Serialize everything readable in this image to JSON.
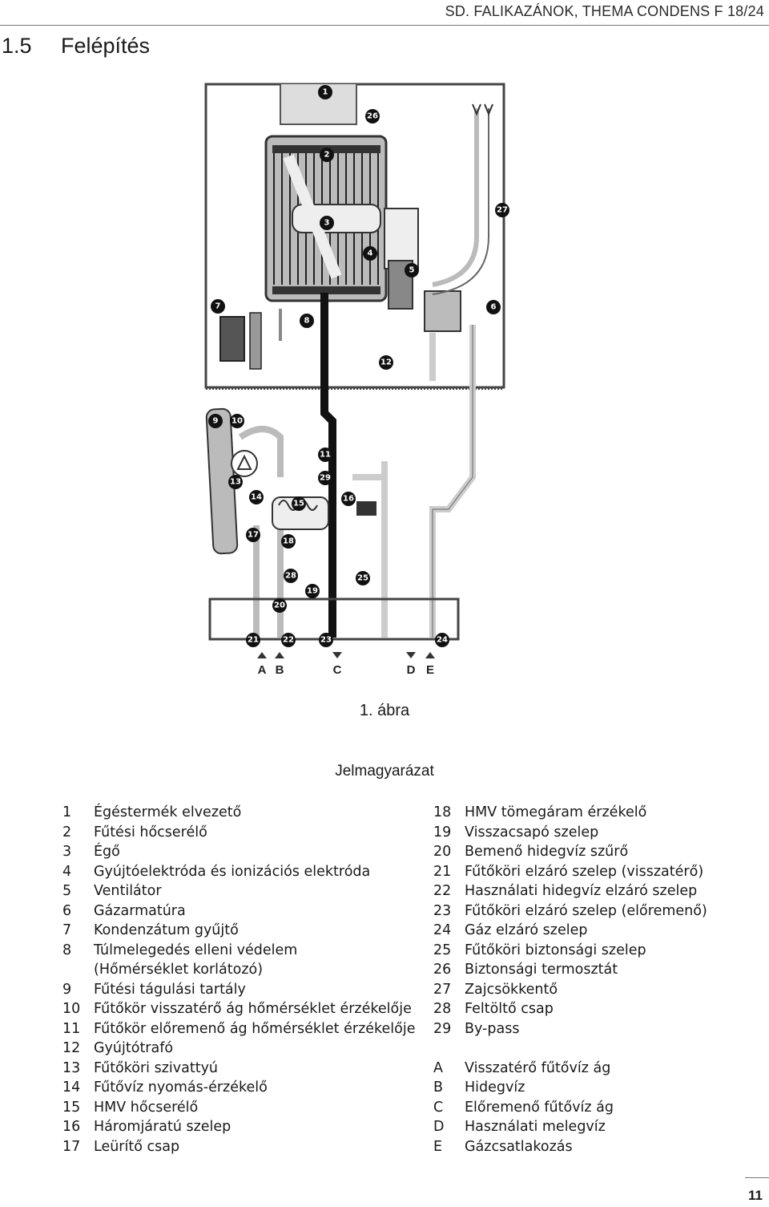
{
  "header": {
    "text": "SD. FALIKAZÁNOK, THEMA CONDENS F 18/24"
  },
  "section": {
    "number": "1.5",
    "title": "Felépítés"
  },
  "figure": {
    "caption": "1. ábra",
    "connections": [
      "A",
      "B",
      "C",
      "D",
      "E"
    ],
    "callouts": [
      "1",
      "2",
      "3",
      "4",
      "5",
      "6",
      "7",
      "8",
      "9",
      "10",
      "11",
      "12",
      "13",
      "14",
      "15",
      "16",
      "17",
      "18",
      "19",
      "20",
      "21",
      "22",
      "23",
      "24",
      "25",
      "26",
      "27",
      "28",
      "29"
    ]
  },
  "legend": {
    "title": "Jelmagyarázat",
    "left": [
      {
        "n": "1",
        "t": "Égéstermék elvezető"
      },
      {
        "n": "2",
        "t": "Fűtési hőcserélő"
      },
      {
        "n": "3",
        "t": "Égő"
      },
      {
        "n": "4",
        "t": "Gyújtóelektróda és ionizációs elektróda"
      },
      {
        "n": "5",
        "t": "Ventilátor"
      },
      {
        "n": "6",
        "t": "Gázarmatúra"
      },
      {
        "n": "7",
        "t": "Kondenzátum gyűjtő"
      },
      {
        "n": "8",
        "t": "Túlmelegedés elleni védelem"
      },
      {
        "n": "",
        "t": "(Hőmérséklet korlátozó)"
      },
      {
        "n": "9",
        "t": "Fűtési tágulási tartály"
      },
      {
        "n": "10",
        "t": "Fűtőkör visszatérő ág hőmérséklet érzékelője"
      },
      {
        "n": "11",
        "t": "Fűtőkör előremenő ág hőmérséklet érzékelője"
      },
      {
        "n": "12",
        "t": "Gyújtótrafó"
      },
      {
        "n": "13",
        "t": "Fűtőköri szivattyú"
      },
      {
        "n": "14",
        "t": "Fűtővíz nyomás-érzékelő"
      },
      {
        "n": "15",
        "t": "HMV hőcserélő"
      },
      {
        "n": "16",
        "t": "Háromjáratú szelep"
      },
      {
        "n": "17",
        "t": "Leürítő csap"
      }
    ],
    "right": [
      {
        "n": "18",
        "t": "HMV tömegáram érzékelő"
      },
      {
        "n": "19",
        "t": "Visszacsapó szelep"
      },
      {
        "n": "20",
        "t": "Bemenő hidegvíz szűrő"
      },
      {
        "n": "21",
        "t": "Fűtőköri elzáró szelep (visszatérő)"
      },
      {
        "n": "22",
        "t": "Használati hidegvíz elzáró szelep"
      },
      {
        "n": "23",
        "t": "Fűtőköri elzáró szelep (előremenő)"
      },
      {
        "n": "24",
        "t": "Gáz elzáró szelep"
      },
      {
        "n": "25",
        "t": "Fűtőköri biztonsági szelep"
      },
      {
        "n": "26",
        "t": "Biztonsági termosztát"
      },
      {
        "n": "27",
        "t": "Zajcsökkentő"
      },
      {
        "n": "28",
        "t": "Feltöltő csap"
      },
      {
        "n": "29",
        "t": "By-pass"
      }
    ],
    "letters": [
      {
        "n": "A",
        "t": "Visszatérő fűtővíz ág"
      },
      {
        "n": "B",
        "t": "Hidegvíz"
      },
      {
        "n": "C",
        "t": "Előremenő fűtővíz ág"
      },
      {
        "n": "D",
        "t": "Használati melegvíz"
      },
      {
        "n": "E",
        "t": "Gázcsatlakozás"
      }
    ]
  },
  "page": {
    "number": "11"
  }
}
